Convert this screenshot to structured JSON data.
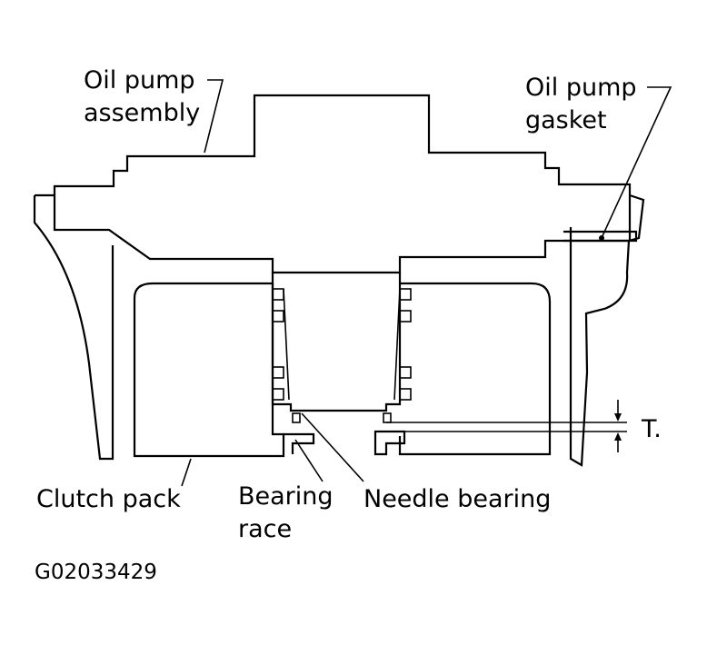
{
  "labels": {
    "oil_pump_assembly": [
      "Oil pump",
      "assembly"
    ],
    "oil_pump_gasket": [
      "Oil pump",
      "gasket"
    ],
    "clutch_pack": "Clutch pack",
    "bearing_race": [
      "Bearing",
      "race"
    ],
    "needle_bearing": "Needle bearing",
    "clearance": "T."
  },
  "figure_code": "G02033429"
}
